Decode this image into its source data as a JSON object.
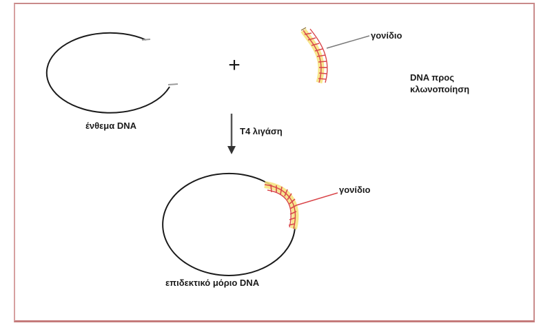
{
  "labels": {
    "insert_dna": "ένθεμα DNA",
    "ligase": "Τ4 λιγάση",
    "gene_top": "γονίδιο",
    "dna_for_cloning_line1": "DNA προς",
    "dna_for_cloning_line2": "κλωνοποίηση",
    "gene_bottom": "γονίδιο",
    "recombinant_dna": "επιδεκτικό μόριο DNA"
  },
  "symbols": {
    "plus": "+"
  },
  "colors": {
    "frame": "#c98a8a",
    "dna_strand": "#1a1a1a",
    "gene_stripes": "#d9464a",
    "gene_highlight": "#f6e27a",
    "pointer_line": "#7a7a7a",
    "pointer_line_red": "#d9464a"
  }
}
